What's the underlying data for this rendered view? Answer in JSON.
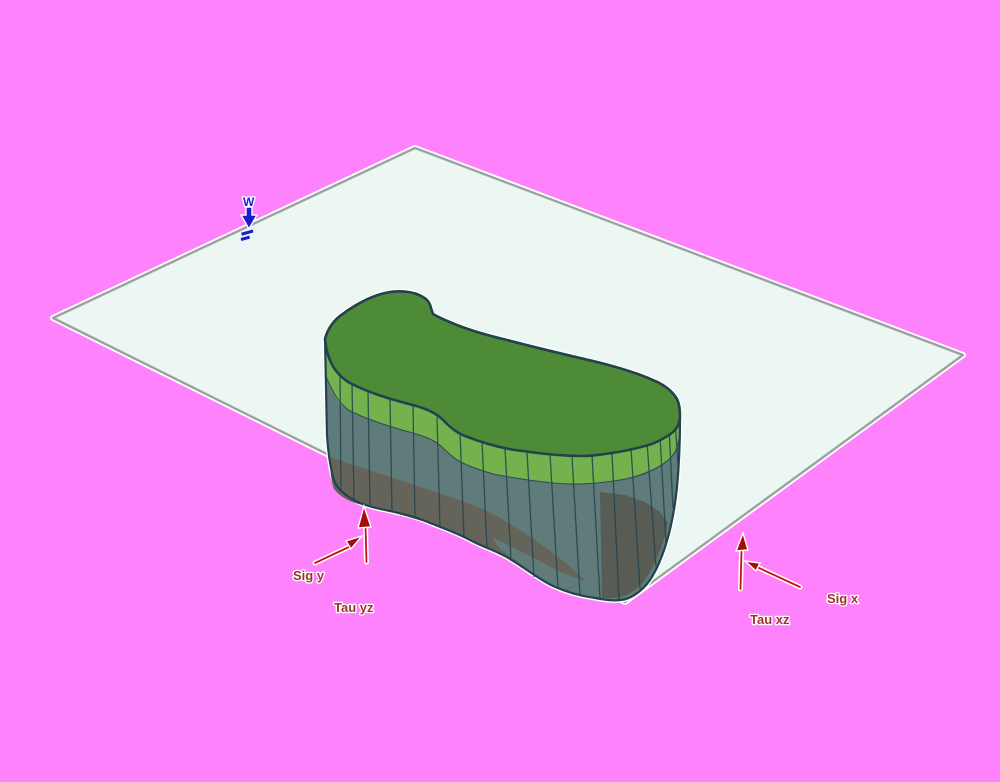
{
  "viewport": {
    "background_color": "#ff82fd",
    "plane": {
      "fill": "#ecf6f2",
      "edge_color": "#9aa3a0"
    },
    "solid": {
      "top_color": "#4d8b37",
      "band_color": "#73b24d",
      "side_color": "#5f7c7a",
      "below_plane_front_color": "#64645b",
      "below_plane_right_color": "#575c54",
      "edge_color": "#24424e"
    },
    "annotations": {
      "load": {
        "text": "W",
        "color": "#1b1bd0"
      },
      "arrow_color": "#cc1010",
      "arrowhead_color": "#a50d0d",
      "label_color": "#9c3333",
      "sig_y": {
        "text": "Sig y"
      },
      "tau_yz": {
        "text": "Tau yz"
      },
      "sig_x": {
        "text": "Sig x"
      },
      "tau_xz": {
        "text": "Tau xz"
      }
    }
  }
}
